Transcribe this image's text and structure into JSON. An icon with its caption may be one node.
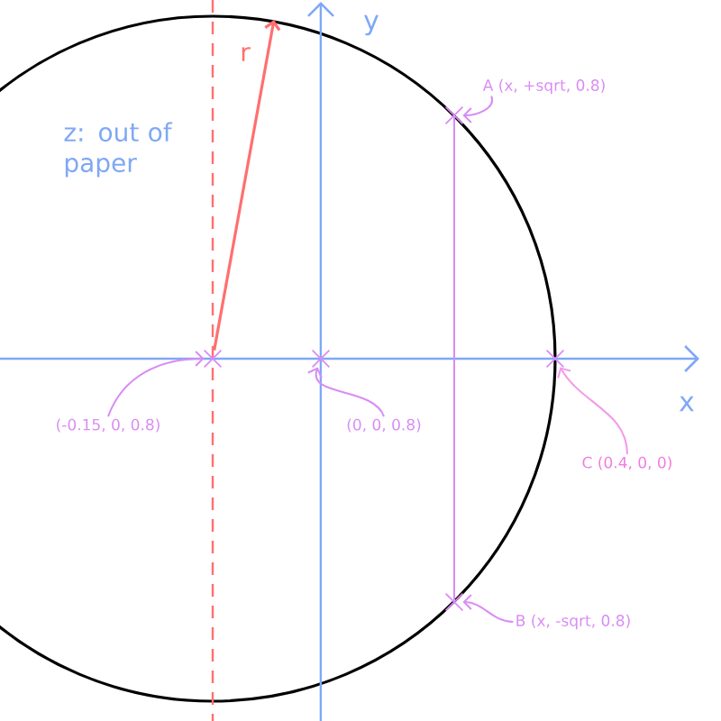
{
  "diagram": {
    "nodes": [
      {
        "text": [
          "A (x, +sqrt, 0.8)"
        ]
      },
      {
        "text": [],
        "shape": "cross"
      },
      {
        "text": [
          "(-0.15, 0, 0.8)"
        ]
      },
      {
        "text": [],
        "shape": "cross"
      },
      {
        "text": [
          "(0, 0, 0.8)"
        ]
      },
      {
        "text": [],
        "shape": "cross"
      },
      {
        "text": [
          "C (0.4, 0, 0)"
        ]
      },
      {
        "text": [],
        "shape": "cross"
      },
      {
        "text": [
          "B (x, -sqrt, 0.8)"
        ]
      },
      {
        "text": [],
        "shape": "cross"
      }
    ],
    "edges": [
      {
        "from": 0,
        "to": 1,
        "arrow": "to"
      },
      {
        "from": 2,
        "to": 3,
        "arrow": "to"
      },
      {
        "from": 4,
        "to": 5,
        "arrow": "to"
      },
      {
        "from": 6,
        "to": 7,
        "arrow": "to",
        "color": "#f29ae6"
      },
      {
        "from": 8,
        "to": 9,
        "arrow": "to"
      },
      {
        "from": 1,
        "to": 9,
        "arrow": "none"
      },
      {
        "from": 3,
        "to": null,
        "arrow": "to",
        "label": "r",
        "color": "#ff6f6f"
      }
    ],
    "labels": [
      "y",
      "x",
      "z: out of paper"
    ]
  }
}
